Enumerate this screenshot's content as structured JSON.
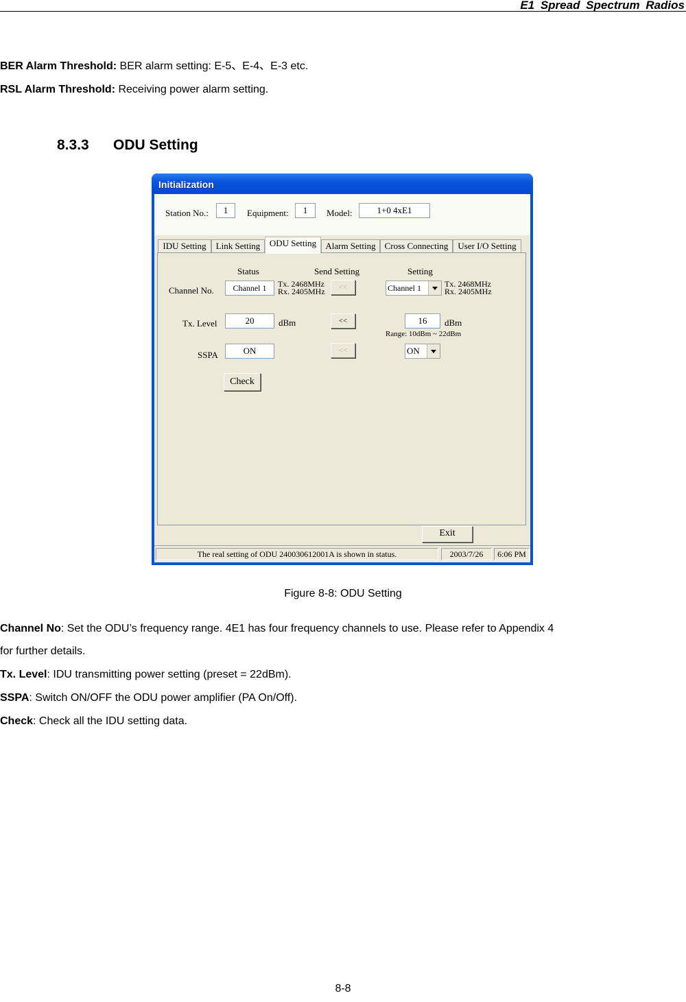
{
  "page_header": {
    "title": "E1 Spread Spectrum Radios"
  },
  "intro": [
    {
      "term": "BER Alarm Threshold:",
      "text": " BER alarm setting: E-5、E-4、E-3 etc."
    },
    {
      "term": "RSL Alarm Threshold:",
      "text": " Receiving power alarm setting."
    }
  ],
  "section": {
    "number": "8.3.3",
    "title": "ODU Setting"
  },
  "window": {
    "title": "Initialization",
    "station_label": "Station No.:",
    "station_value": "1",
    "equipment_label": "Equipment:",
    "equipment_value": "1",
    "model_label": "Model:",
    "model_value": "1+0 4xE1",
    "tabs": [
      {
        "label": "IDU Setting",
        "active": false
      },
      {
        "label": "Link Setting",
        "active": false
      },
      {
        "label": "ODU Setting",
        "active": true
      },
      {
        "label": "Alarm Setting",
        "active": false
      },
      {
        "label": "Cross Connecting",
        "active": false
      },
      {
        "label": "User I/O Setting",
        "active": false
      }
    ],
    "columns": {
      "status": "Status",
      "send": "Send Setting",
      "setting": "Setting"
    },
    "rows": {
      "channel": {
        "label": "Channel No.",
        "status_value": "Channel 1",
        "status_tx": "Tx. 2468MHz",
        "status_rx": "Rx. 2405MHz",
        "send_label": "<<",
        "setting_value": "Channel 1",
        "setting_tx": "Tx. 2468MHz",
        "setting_rx": "Rx. 2405MHz"
      },
      "tx_level": {
        "label": "Tx. Level",
        "status_value": "20",
        "status_unit": "dBm",
        "send_label": "<<",
        "setting_value": "16",
        "setting_unit": "dBm",
        "range": "Range: 10dBm ~ 22dBm"
      },
      "sspa": {
        "label": "SSPA",
        "status_value": "ON",
        "send_label": "<<",
        "setting_value": "ON"
      }
    },
    "check_label": "Check",
    "exit_label": "Exit",
    "statusbar": {
      "message": "The real setting of ODU 240030612001A is shown in status.",
      "date": "2003/7/26",
      "time": "6:06 PM"
    }
  },
  "caption": "Figure 8-8: ODU Setting",
  "descriptions": [
    {
      "term": "Channel No",
      "text": ": Set the ODU’s frequency range. 4E1 has four frequency channels to use. Please refer to Appendix 4"
    },
    {
      "term": "",
      "text": "for further details."
    },
    {
      "term": "Tx. Level",
      "text": ": IDU transmitting power setting (preset = 22dBm)."
    },
    {
      "term": "SSPA",
      "text": ": Switch ON/OFF the ODU power amplifier (PA On/Off)."
    },
    {
      "term": "Check",
      "text": ": Check all the IDU setting data."
    }
  ],
  "page_number": "8-8"
}
